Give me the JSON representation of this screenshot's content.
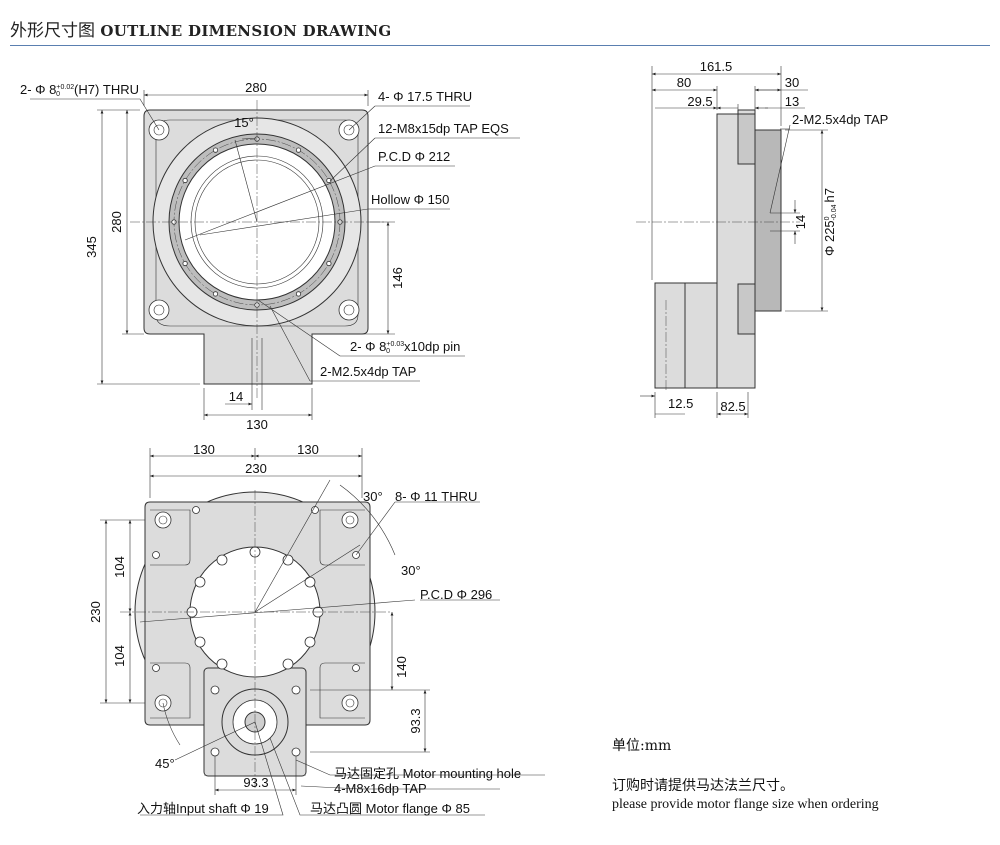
{
  "header": {
    "title_cn": "外形尺寸图",
    "title_en": "OUTLINE DIMENSION DRAWING"
  },
  "front_view": {
    "width_top": "280",
    "height_total": "345",
    "height_body": "280",
    "height_146": "146",
    "dim_14": "14",
    "width_bottom": "130",
    "angle_15": "15°",
    "callouts": {
      "pin_holes_pre": "2- Φ 8",
      "pin_holes_tol": "+0.02",
      "pin_holes_tol2": "0",
      "pin_holes_post": "(H7) THRU",
      "thru_holes": "4- Φ 17.5 THRU",
      "tap_holes": "12-M8x15dp TAP EQS",
      "pcd": "P.C.D Φ 212",
      "hollow": "Hollow Φ 150",
      "pin_dp_pre": "2- Φ 8",
      "pin_dp_tol": "+0.03",
      "pin_dp_tol2": "0",
      "pin_dp_post": "x10dp pin",
      "tap_small": "2-M2.5x4dp TAP"
    }
  },
  "side_view": {
    "dim_161_5": "161.5",
    "dim_80": "80",
    "dim_30": "30",
    "dim_29_5": "29.5",
    "dim_13": "13",
    "tap": "2-M2.5x4dp TAP",
    "dim_14": "14",
    "dia_pre": "Φ 225",
    "dia_tol": "0",
    "dia_tol2": "-0.04",
    "dia_post": "h7",
    "dim_12_5": "12.5",
    "dim_82_5": "82.5"
  },
  "bottom_view": {
    "dim_130_left": "130",
    "dim_130_right": "130",
    "dim_230_top": "230",
    "angle_30_a": "30°",
    "thru_holes": "8- Φ 11 THRU",
    "angle_30_b": "30°",
    "pcd": "P.C.D Φ 296",
    "dim_104_top": "104",
    "dim_230_left": "230",
    "dim_104_bottom": "104",
    "dim_140": "140",
    "dim_93_3_v": "93.3",
    "angle_45": "45°",
    "dim_93_3_h": "93.3",
    "motor_hole": "马达固定孔 Motor mounting hole",
    "motor_tap": "4-M8x16dp TAP",
    "input_shaft": "入力轴Input shaft Φ 19",
    "motor_flange": "马达凸圆 Motor flange Φ 85"
  },
  "notes": {
    "unit": "单位:mm",
    "order_cn": "订购时请提供马达法兰尺寸。",
    "order_en": "please provide motor flange size when ordering"
  }
}
